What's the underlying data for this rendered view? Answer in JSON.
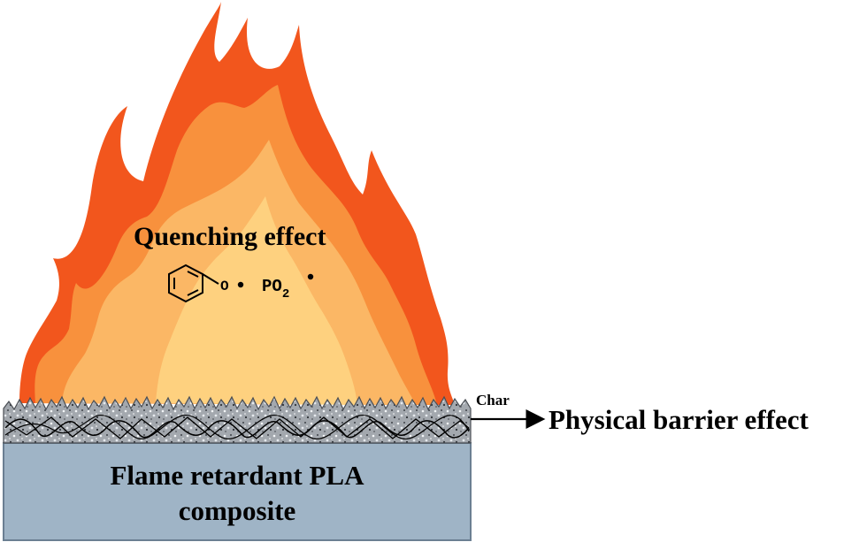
{
  "labels": {
    "quenching": "Quenching effect",
    "radical_o": "O",
    "radical_po": "PO",
    "radical_po_sub": "2",
    "char": "Char",
    "barrier": "Physical barrier effect",
    "composite_line1": "Flame retardant PLA",
    "composite_line2": "composite"
  },
  "colors": {
    "flame_outer": "#f2561d",
    "flame_mid": "#f8913d",
    "flame_inner": "#fbb765",
    "flame_core": "#fed17f",
    "composite_fill": "#9fb4c6",
    "composite_border": "#6b7f92",
    "char_fill": "#9a9fa6",
    "text": "#000000"
  }
}
